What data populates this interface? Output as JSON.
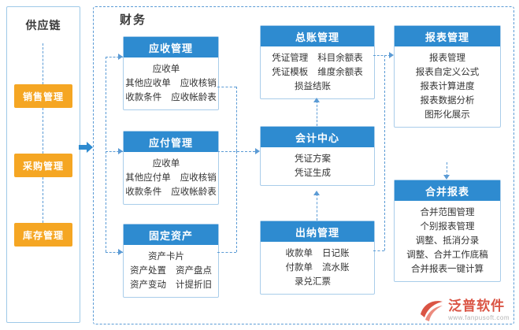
{
  "left_panel": {
    "title": "供应链",
    "items": [
      {
        "label": "销售管理"
      },
      {
        "label": "采购管理"
      },
      {
        "label": "库存管理"
      }
    ]
  },
  "finance": {
    "title": "财务",
    "cards": [
      {
        "id": "ar",
        "title": "应收管理",
        "rows": [
          [
            "应收单",
            ""
          ],
          [
            "其他应收单",
            "应收核销"
          ],
          [
            "收款条件",
            "应收帐龄表"
          ]
        ]
      },
      {
        "id": "ap",
        "title": "应付管理",
        "rows": [
          [
            "应收单",
            ""
          ],
          [
            "其他应付单",
            "应收核销"
          ],
          [
            "收款条件",
            "应收帐龄表"
          ]
        ]
      },
      {
        "id": "fa",
        "title": "固定资产",
        "rows": [
          [
            "资产卡片",
            ""
          ],
          [
            "资产处置",
            "资产盘点"
          ],
          [
            "资产变动",
            "计提折旧"
          ]
        ]
      },
      {
        "id": "gl",
        "title": "总账管理",
        "rows": [
          [
            "凭证管理",
            "科目余额表"
          ],
          [
            "凭证模板",
            "维度余额表"
          ],
          [
            "损益结账",
            ""
          ]
        ]
      },
      {
        "id": "acc",
        "title": "会计中心",
        "rows": [
          [
            "凭证方案",
            ""
          ],
          [
            "凭证生成",
            ""
          ]
        ]
      },
      {
        "id": "cash",
        "title": "出纳管理",
        "rows": [
          [
            "收款单",
            "日记账"
          ],
          [
            "付款单",
            "流水账"
          ],
          [
            "录兑汇票",
            ""
          ]
        ]
      },
      {
        "id": "report",
        "title": "报表管理",
        "rows": [
          [
            "报表管理",
            ""
          ],
          [
            "报表自定义公式",
            ""
          ],
          [
            "报表计算进度",
            ""
          ],
          [
            "报表数据分析",
            ""
          ],
          [
            "图形化展示",
            ""
          ]
        ]
      },
      {
        "id": "merge",
        "title": "合并报表",
        "rows": [
          [
            "合并范围管理",
            ""
          ],
          [
            "个别报表管理",
            ""
          ],
          [
            "调整、抵消分录",
            ""
          ],
          [
            "调整、合并工作底稿",
            ""
          ],
          [
            "合并报表一键计算",
            ""
          ]
        ]
      }
    ]
  },
  "watermark": {
    "name": "泛普软件",
    "url": "www.fanpusoft.com"
  },
  "colors": {
    "header_blue": "#2e8bd0",
    "border_blue": "#a9cdea",
    "dash_blue": "#5b9bd5",
    "orange": "#f5a623",
    "logo_red": "#d94b3a"
  }
}
